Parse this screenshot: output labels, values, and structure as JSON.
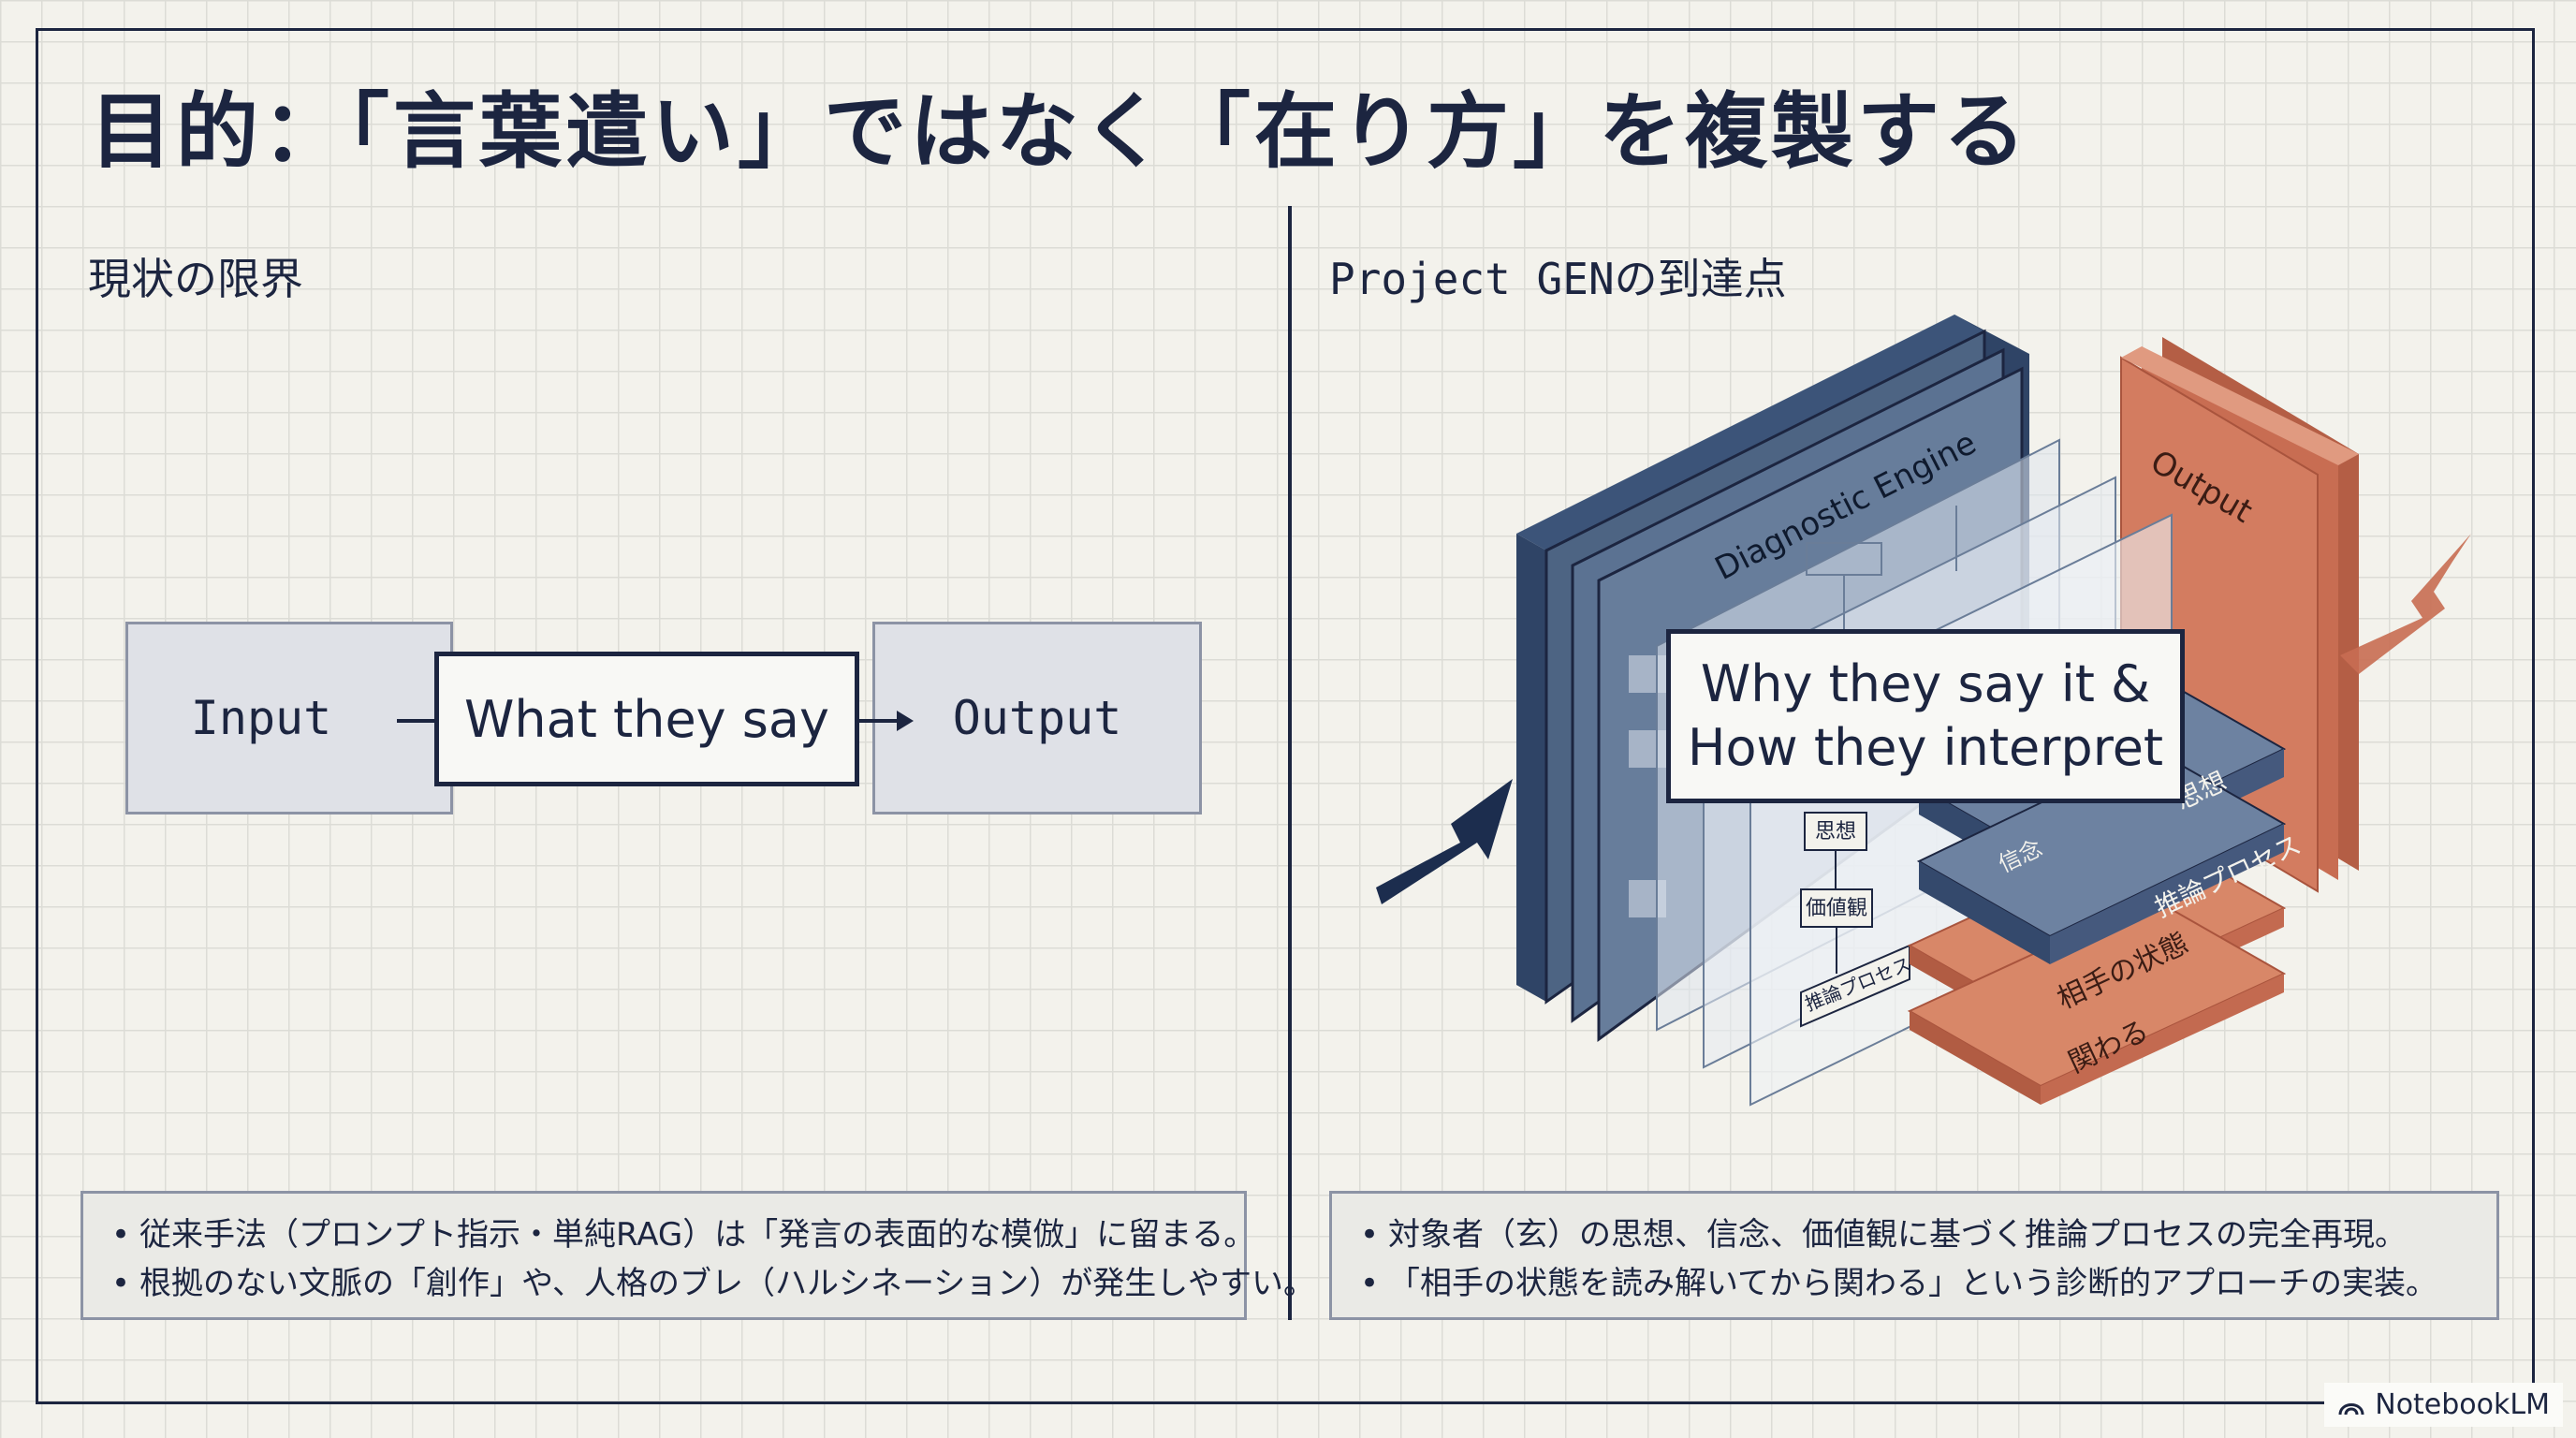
{
  "title": "目的：「言葉遣い」ではなく「在り方」を複製する",
  "left": {
    "heading": "現状の限界",
    "flow": {
      "input": "Input",
      "middle": "What they say",
      "output": "Output"
    },
    "notes": [
      "従来手法（プロンプト指示・単純RAG）は「発言の表面的な模倣」に留まる。",
      "根拠のない文脈の「創作」や、人格のブレ（ハルシネーション）が発生しやすい。"
    ]
  },
  "right": {
    "heading": "Project GENの到達点",
    "diagram": {
      "engine_label": "Diagnostic Engine",
      "output_label": "Output",
      "callout_lines": [
        "Why they say it &",
        "How they interpret"
      ],
      "stack_layers": [
        "思想",
        "推論プロセス",
        "相手の状態",
        "関わる"
      ],
      "flow_boxes": [
        "思想",
        "価値観",
        "推論プロセス"
      ],
      "small_labels": [
        "信念"
      ]
    },
    "notes": [
      "対象者（玄）の思想、信念、価値観に基づく推論プロセスの完全再現。",
      "「相手の状態を読み解いてから関わる」という診断的アプローチの実装。"
    ]
  },
  "bullet": "•",
  "brand": {
    "name": "NotebookLM",
    "icon": "notebooklm-logo"
  },
  "colors": {
    "navy": "#1c2540",
    "steel": "#4d6483",
    "terracotta": "#c86d52",
    "paper": "#f3f2ec"
  }
}
